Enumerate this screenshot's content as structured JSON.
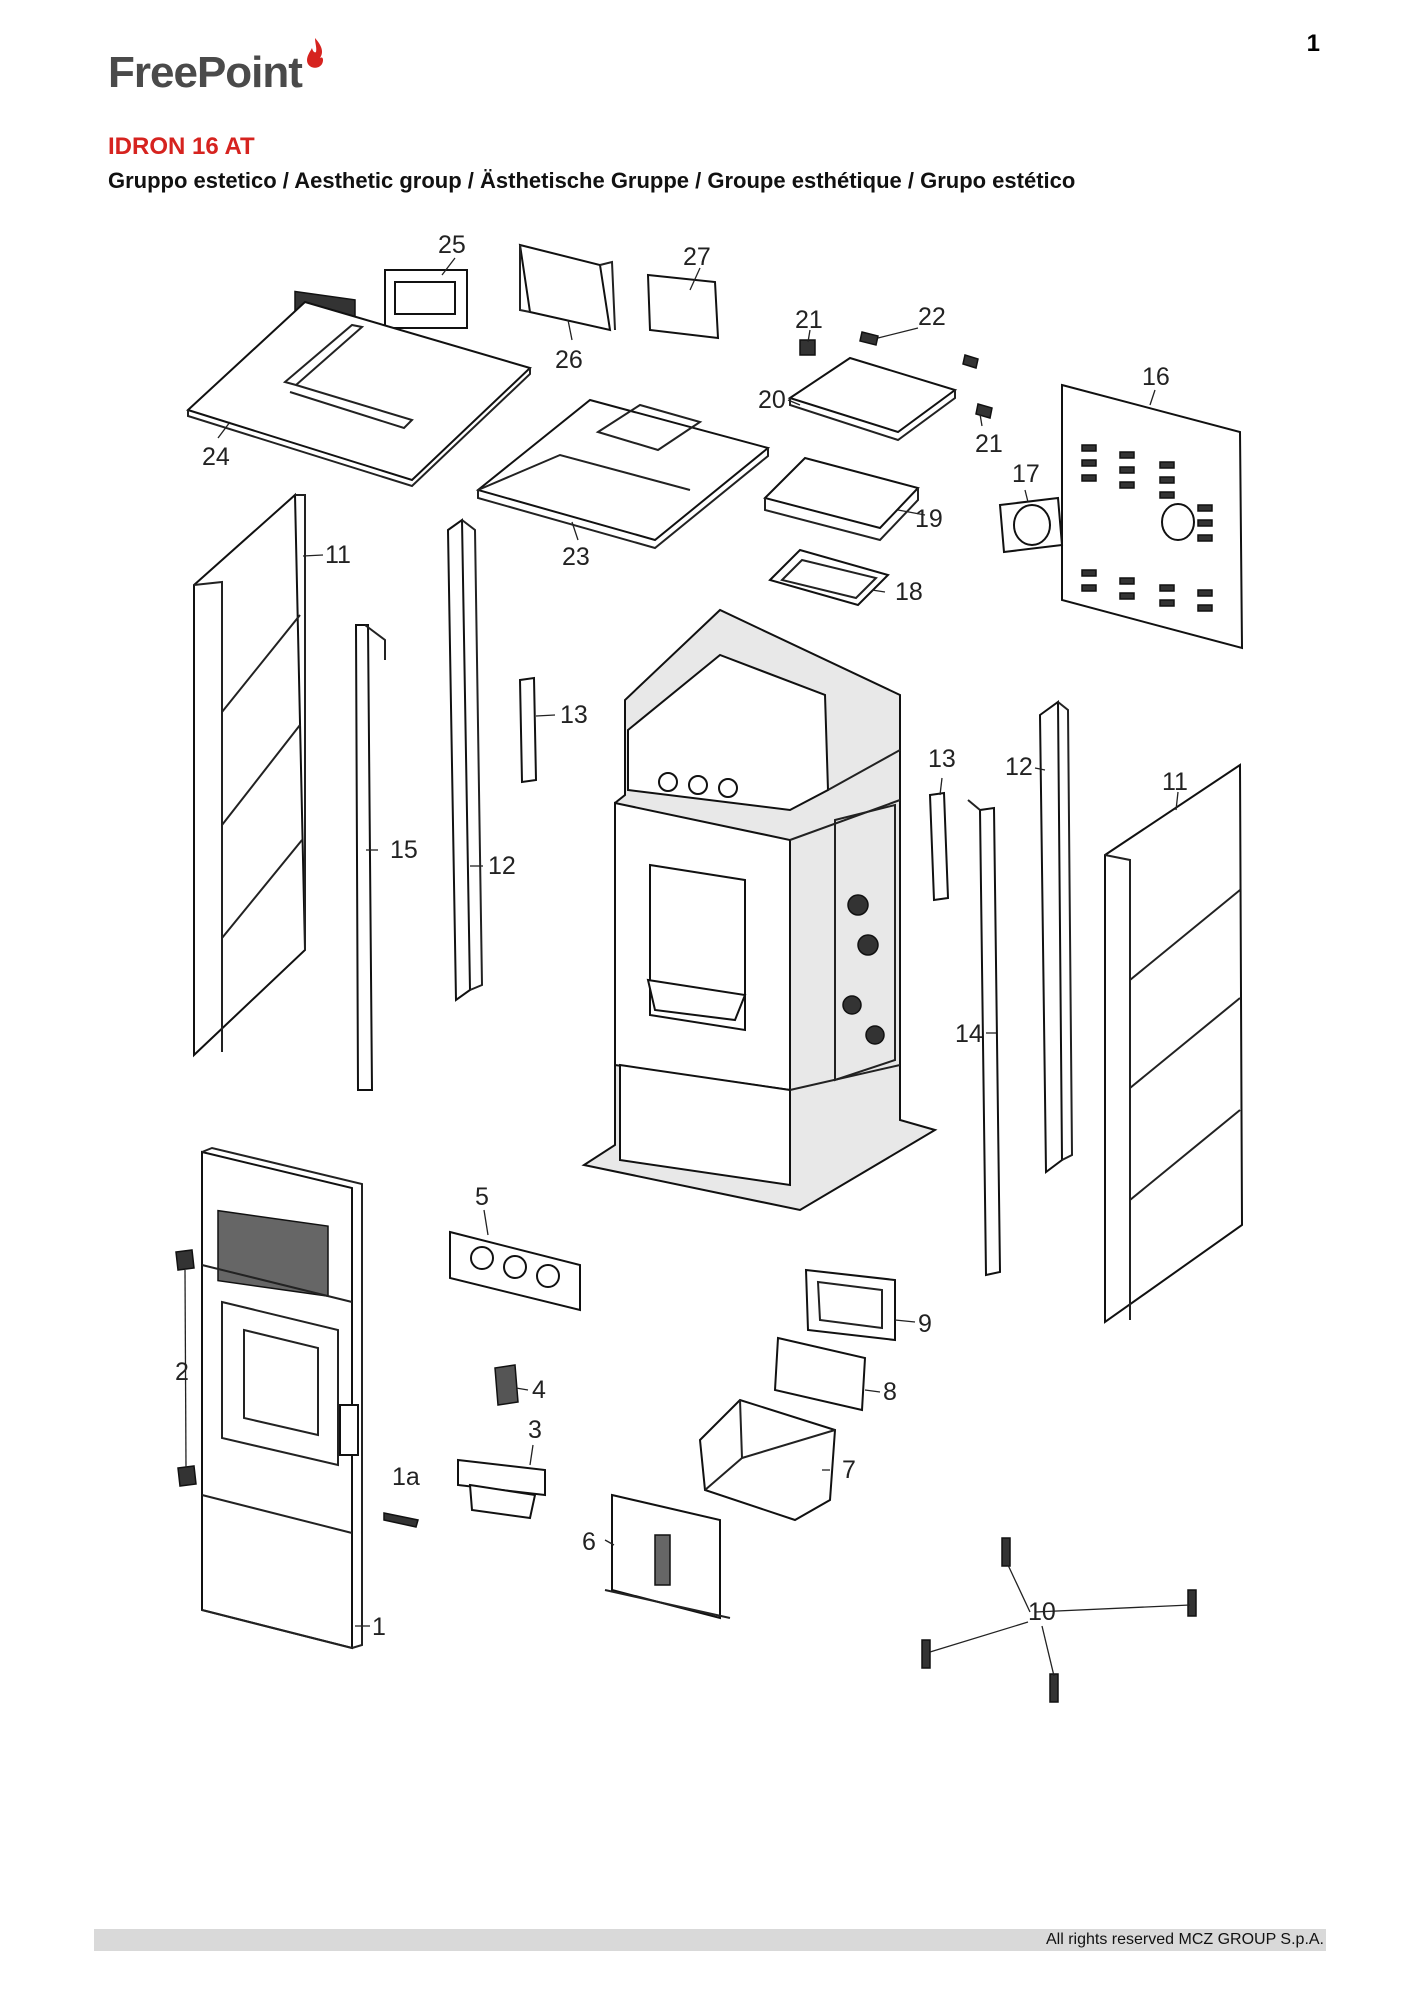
{
  "page_number": "1",
  "brand": {
    "name": "FreePoint",
    "accent_color": "#d6231f",
    "logo_icon": "flame-icon"
  },
  "title": "IDRON 16 AT",
  "subtitle": "Gruppo estetico / Aesthetic group / Ästhetische Gruppe / Groupe esthétique / Grupo estético",
  "diagram": {
    "callouts": [
      {
        "id": "c25",
        "label": "25"
      },
      {
        "id": "c27",
        "label": "27"
      },
      {
        "id": "c26",
        "label": "26"
      },
      {
        "id": "c21a",
        "label": "21"
      },
      {
        "id": "c22",
        "label": "22"
      },
      {
        "id": "c20",
        "label": "20"
      },
      {
        "id": "c21b",
        "label": "21"
      },
      {
        "id": "c16",
        "label": "16"
      },
      {
        "id": "c24",
        "label": "24"
      },
      {
        "id": "c17",
        "label": "17"
      },
      {
        "id": "c19",
        "label": "19"
      },
      {
        "id": "c23",
        "label": "23"
      },
      {
        "id": "c18",
        "label": "18"
      },
      {
        "id": "c11a",
        "label": "11"
      },
      {
        "id": "c13a",
        "label": "13"
      },
      {
        "id": "c15",
        "label": "15"
      },
      {
        "id": "c12a",
        "label": "12"
      },
      {
        "id": "c13b",
        "label": "13"
      },
      {
        "id": "c12b",
        "label": "12"
      },
      {
        "id": "c11b",
        "label": "11"
      },
      {
        "id": "c14",
        "label": "14"
      },
      {
        "id": "c5",
        "label": "5"
      },
      {
        "id": "c9",
        "label": "9"
      },
      {
        "id": "c2",
        "label": "2"
      },
      {
        "id": "c4",
        "label": "4"
      },
      {
        "id": "c8",
        "label": "8"
      },
      {
        "id": "c3",
        "label": "3"
      },
      {
        "id": "c7",
        "label": "7"
      },
      {
        "id": "c1a",
        "label": "1a"
      },
      {
        "id": "c6",
        "label": "6"
      },
      {
        "id": "c10",
        "label": "10"
      },
      {
        "id": "c1",
        "label": "1"
      }
    ]
  },
  "footer": "All rights reserved MCZ GROUP S.p.A."
}
